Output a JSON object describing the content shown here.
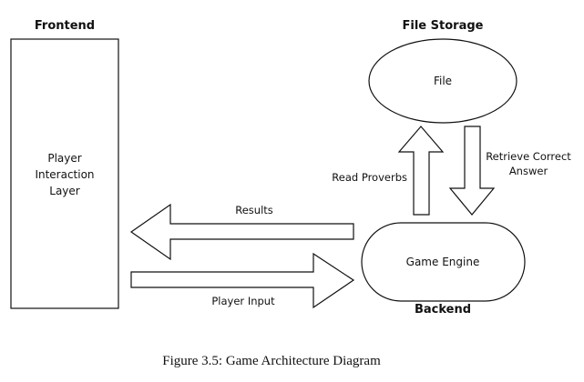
{
  "diagram": {
    "frontend_heading": "Frontend",
    "file_storage_heading": "File Storage",
    "backend_heading": "Backend",
    "frontend_box": {
      "lines": [
        "Player",
        "Interaction",
        "Layer"
      ]
    },
    "file_node": "File",
    "game_engine_node": "Game Engine",
    "edges": {
      "results": "Results",
      "player_input": "Player Input",
      "read_proverbs": "Read Proverbs",
      "retrieve_line1": "Retrieve Correct",
      "retrieve_line2": "Answer"
    },
    "caption": "Figure 3.5: Game Architecture Diagram"
  }
}
